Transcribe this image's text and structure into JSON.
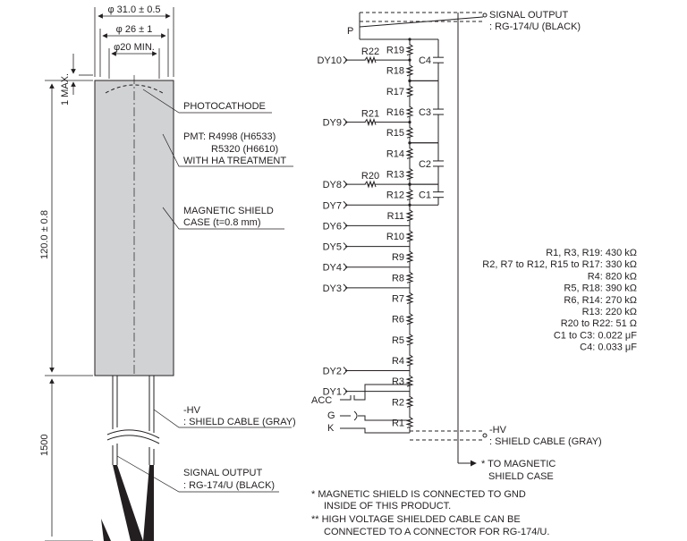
{
  "dimensions": {
    "outer_diameter": "φ 31.0 ± 0.5",
    "mid_diameter": "φ 26 ± 1",
    "inner_diameter": "φ20 MIN.",
    "top_gap": "1 MAX.",
    "body_length": "120.0 ± 0.8",
    "cable_length": "1500"
  },
  "callouts": {
    "photocathode": "PHOTOCATHODE",
    "pmt_line1": "PMT: R4998 (H6533)",
    "pmt_line2": "R5320 (H6610)",
    "pmt_line3": "WITH HA TREATMENT",
    "shield_line1": "MAGNETIC SHIELD",
    "shield_line2": "CASE (t=0.8 mm)",
    "hv_line1": "-HV",
    "hv_line2": ": SHIELD CABLE (GRAY)",
    "sig_line1": "SIGNAL OUTPUT",
    "sig_line2": ": RG-174/U (BLACK)"
  },
  "circuit": {
    "signal_out_1": "SIGNAL OUTPUT",
    "signal_out_2": ": RG-174/U (BLACK)",
    "p_label": "P",
    "hv_1": "-HV",
    "hv_2": ": SHIELD CABLE (GRAY)",
    "to_shield_1": "* TO MAGNETIC",
    "to_shield_2": "SHIELD CASE",
    "acc": "ACC",
    "g": "G",
    "k": "K",
    "resistors": [
      "R1",
      "R2",
      "R3",
      "R4",
      "R5",
      "R6",
      "R7",
      "R8",
      "R9",
      "R10",
      "R11",
      "R12",
      "R13",
      "R14",
      "R15",
      "R16",
      "R17",
      "R18",
      "R19"
    ],
    "series_resistors": [
      "R20",
      "R21",
      "R22"
    ],
    "capacitors": [
      "C1",
      "C2",
      "C3",
      "C4"
    ],
    "dynodes": [
      "DY1",
      "DY2",
      "DY3",
      "DY4",
      "DY5",
      "DY6",
      "DY7",
      "DY8",
      "DY9",
      "DY10"
    ]
  },
  "values": [
    "R1, R3, R19: 430 kΩ",
    "R2, R7 to R12, R15 to R17: 330 kΩ",
    "R4: 820 kΩ",
    "R5, R18: 390 kΩ",
    "R6, R14: 270 kΩ",
    "R13: 220 kΩ",
    "R20 to R22: 51 Ω",
    "C1 to C3: 0.022 μF",
    "C4: 0.033 μF"
  ],
  "notes": {
    "n1_line1": "*  MAGNETIC SHIELD IS CONNECTED TO GND",
    "n1_line2": "INSIDE OF THIS PRODUCT.",
    "n2_line1": "** HIGH VOLTAGE SHIELDED CABLE CAN BE",
    "n2_line2": "CONNECTED TO A CONNECTOR FOR RG-174/U."
  }
}
